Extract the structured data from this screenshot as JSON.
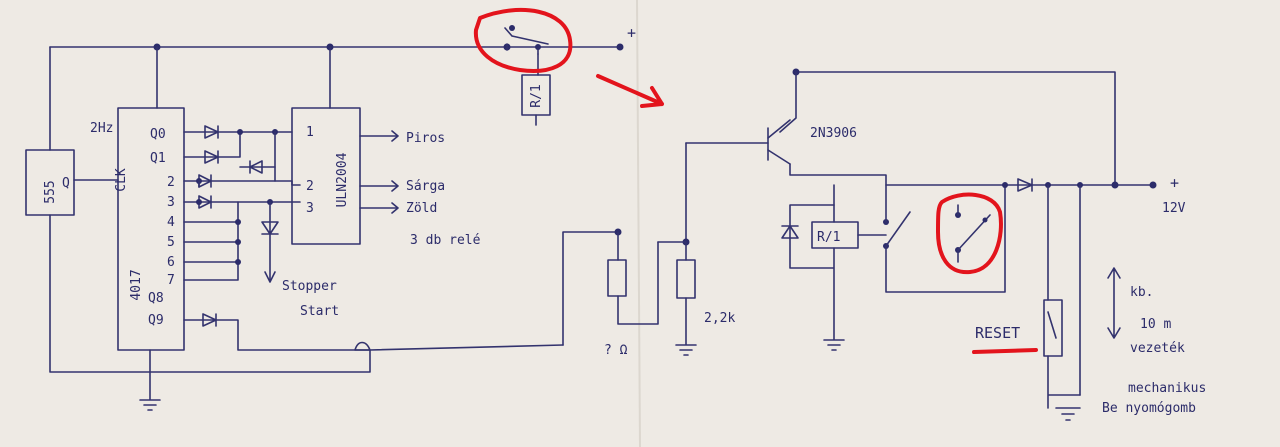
{
  "labels": {
    "osc_555": "555",
    "osc_q": "Q",
    "freq": "2Hz",
    "counter_part": "4017",
    "counter_clk": "CLK",
    "q0": "Q0",
    "q1": "Q1",
    "q2": "2",
    "q3": "3",
    "q4": "4",
    "q5": "5",
    "q6": "6",
    "q7": "7",
    "q8": "Q8",
    "q9": "Q9",
    "driver_part": "ULN2004",
    "driver_pin1": "1",
    "driver_pin2": "2",
    "driver_pin3": "3",
    "out_piros": "Piros",
    "out_sarga": "Sárga",
    "out_zold": "Zöld",
    "relay_count": "3 db relé",
    "stopper_line1": "Stopper",
    "stopper_line2": "Start",
    "relay_top": "R/1",
    "relay_mid": "R/1",
    "transistor": "2N3906",
    "supply_plus_top": "+",
    "supply_plus_right": "+",
    "supply_voltage": "12V",
    "resistor_unknown": "? Ω",
    "resistor_value": "2,2k",
    "reset": "RESET",
    "distance_line1": "kb.",
    "distance_line2": "10 m",
    "distance_line3": "vezeték",
    "button_line1": "mechanikus",
    "button_line2": "Be nyomógomb"
  },
  "colors": {
    "ink": "#33336e",
    "highlight": "#e3141c",
    "paper": "#eeeae4"
  }
}
